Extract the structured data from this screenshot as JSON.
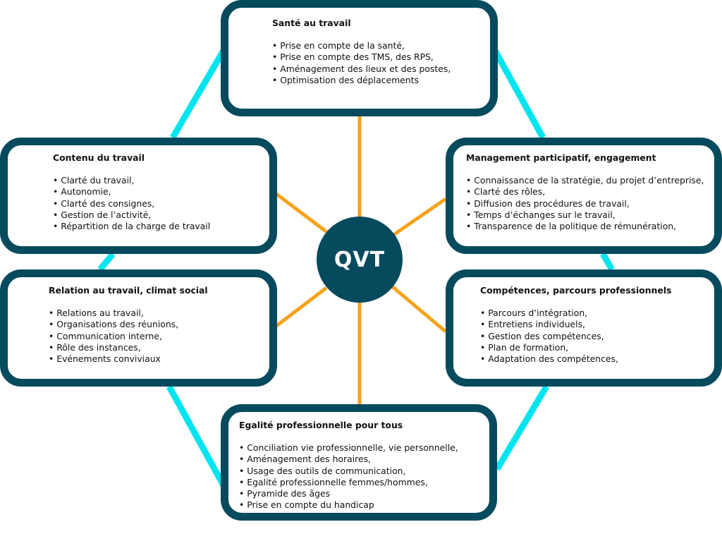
{
  "diagram": {
    "center": {
      "label": "QVT"
    },
    "colors": {
      "box_border": "#064a5e",
      "center_fill": "#064a5e",
      "center_text": "#ffffff",
      "spokes": "#f7a21b",
      "hexagon_outline": "#00e5f0",
      "background": "#ffffff"
    },
    "boxes": {
      "top": {
        "title": "Santé au travail",
        "items": [
          "Prise en compte de la santé,",
          "Prise en compte des TMS, des RPS,",
          "Aménagement des lieux et des postes,",
          "Optimisation des déplacements"
        ]
      },
      "left_top": {
        "title": "Contenu du travail",
        "items": [
          "Clarté du travail,",
          "Autonomie,",
          "Clarté des consignes,",
          "Gestion de l’activité,",
          "Répartition de la charge de travail"
        ]
      },
      "right_top": {
        "title": "Management participatif, engagement",
        "items": [
          "Connaissance de la stratégie, du projet d’entreprise,",
          "Clarté des rôles,",
          "Diffusion des procédures de travail,",
          "Temps d’échanges sur le travail,",
          "Transparence de la politique de rémunération,"
        ]
      },
      "left_bottom": {
        "title": "Relation au travail, climat social",
        "items": [
          "Relations au travail,",
          "Organisations des réunions,",
          "Communication interne,",
          "Rôle des instances,",
          "Evénements conviviaux"
        ]
      },
      "right_bottom": {
        "title": "Compétences, parcours professionnels",
        "items": [
          "Parcours d’intégration,",
          "Entretiens individuels,",
          "Gestion des compétences,",
          "Plan de formation,",
          "Adaptation des compétences,"
        ]
      },
      "bottom": {
        "title": "Egalité professionnelle pour tous",
        "items": [
          "Conciliation vie professionnelle, vie personnelle,",
          "Aménagement des horaires,",
          "Usage des outils de communication,",
          "Egalité professionnelle femmes/hommes,",
          "Pyramide des âges",
          "Prise en compte du handicap"
        ]
      }
    }
  }
}
